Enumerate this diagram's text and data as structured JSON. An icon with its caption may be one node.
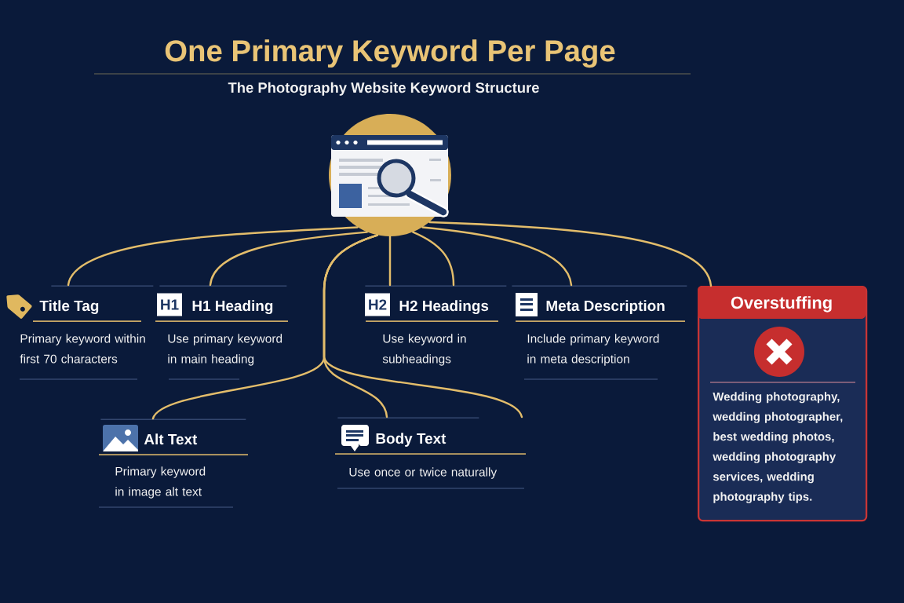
{
  "diagram": {
    "title": "One Primary Keyword Per Page",
    "nodes": [
      {
        "text": [],
        "shape": "picture"
      },
      {
        "text": [
          "Title Tag",
          "Primary keyword within first 70 characters"
        ]
      },
      {
        "text": [
          "H1",
          "H1 Heading",
          "Use primary keyword in main heading"
        ]
      },
      {
        "text": [
          "H2",
          "H2 Headings",
          "Use keyword in subheadings"
        ]
      },
      {
        "text": [
          "Meta Description",
          "Include primary keyword in meta description"
        ]
      },
      {
        "text": [
          "Overstuffing",
          "Wedding photography, wedding photographer, best wedding photos, wedding photography services, wedding photography tips."
        ]
      },
      {
        "text": [
          "Alt Text",
          "Primary keyword in image alt text"
        ]
      },
      {
        "text": [
          "Body Text",
          "Use once or twice naturally"
        ]
      }
    ],
    "edges": [
      {
        "from": 0,
        "to": 1,
        "arrow": "none"
      },
      {
        "from": 0,
        "to": 2,
        "arrow": "none"
      },
      {
        "from": 0,
        "to": 3,
        "arrow": "none"
      },
      {
        "from": 0,
        "to": 3,
        "arrow": "none"
      },
      {
        "from": 0,
        "to": 4,
        "arrow": "none"
      },
      {
        "from": 0,
        "to": 5,
        "arrow": "none"
      },
      {
        "from": 0,
        "to": 6,
        "arrow": "none"
      },
      {
        "from": 0,
        "to": 7,
        "arrow": "none"
      },
      {
        "from": 0,
        "to": 7,
        "arrow": "none"
      }
    ],
    "labels": [
      "The Photography Website Keyword Structure"
    ]
  }
}
